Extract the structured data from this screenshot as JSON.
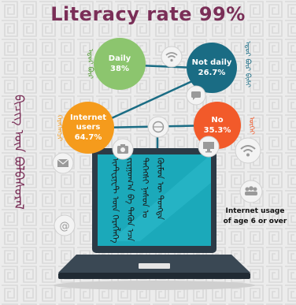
{
  "title": "Literacy rate 99%",
  "side_label_mongolian": "ᠪᠢᠴᠢᠭ ᠦᠨ ᠪᠣᠯᠪᠠᠰᠤᠷᠠᠯ",
  "circles": {
    "daily": {
      "label": "Daily",
      "value": "38%",
      "mongolian": "ᠡᠳᠦᠷ ᠪᠦᠷ",
      "color": "#8cc56e"
    },
    "not_daily": {
      "label": "Not daily",
      "value": "26.7%",
      "mongolian": "ᠡᠳᠦᠷ ᠪᠦᠷ ᠪᠢᠰᠢ",
      "color": "#1a6c84"
    },
    "internet_users": {
      "label": "Internet users",
      "value": "64.7%",
      "mongolian": "ᠬᠡᠷᠡᠭᠯᠡᠭᠴᠢ",
      "color": "#f59b1c"
    },
    "no": {
      "label": "No",
      "value": "35.3%",
      "mongolian": "ᠦᠭᠡᠢ",
      "color": "#f25a2a"
    }
  },
  "laptop_screen_text": [
    "ᠢᠨᠲᠧᠷᠨᠧᠲ ᠦᠨ ᠬᠡᠷᠡᠭᠯᠡᠭᠡ",
    "ᠵᠢᠷᠭᠤᠭ᠎ᠠ ᠪᠠ ᠲᠡᠭᠦᠨ ᠡᠴᠡ",
    "ᠳᠡᠭᠡᠭᠰᠢ ᠨᠠᠰᠤᠨ ᠤ",
    "ᠬᠦᠮᠦᠨ ᠦ ᠳᠤᠩᠳᠠ"
  ],
  "usage_caption_line1": "Internet usage",
  "usage_caption_line2": "of age 6 or over",
  "icons": [
    "wifi-icon",
    "chat-icon",
    "mail-icon",
    "camera-icon",
    "desktop-icon",
    "at-sign-icon",
    "people-icon",
    "globe-icon"
  ]
}
